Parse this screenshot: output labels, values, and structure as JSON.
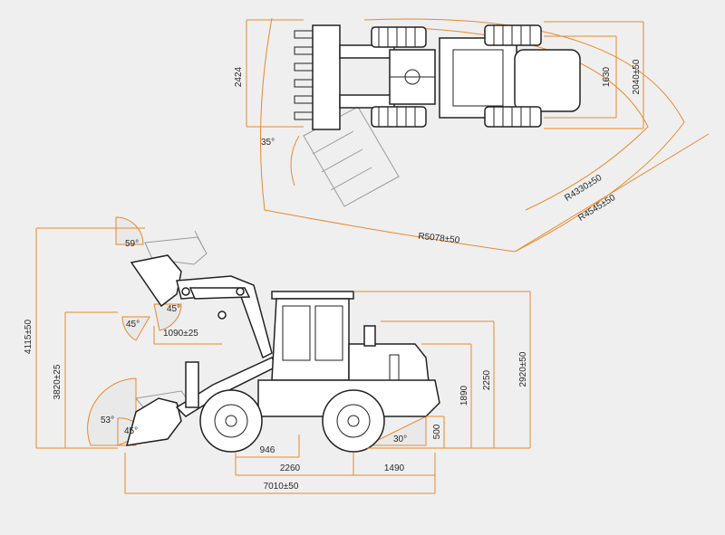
{
  "labels": {
    "width_2424": "2424",
    "angle_35": "35°",
    "track_1630": "1630",
    "width_2040": "2040±50",
    "radius_4330": "R4330±50",
    "radius_4545": "R4545±50",
    "radius_5078": "R5078±50",
    "angle_59": "59°",
    "angle_45_upper": "45°",
    "angle_45_mid": "45°",
    "reach_1090": "1090±25",
    "height_4115": "4115±50",
    "height_3820": "3820±25",
    "angle_53": "53°",
    "angle_45_low": "45°",
    "height_2920": "2920±50",
    "height_2250": "2250",
    "height_1890": "1890",
    "clearance_500": "500",
    "angle_30": "30°",
    "overhang_946": "946",
    "wheelbase_2260": "2260",
    "rear_1490": "1490",
    "length_7010": "7010±50"
  },
  "colors": {
    "dimension": "#e8892a",
    "line": "#222222",
    "background": "#efeff0"
  }
}
